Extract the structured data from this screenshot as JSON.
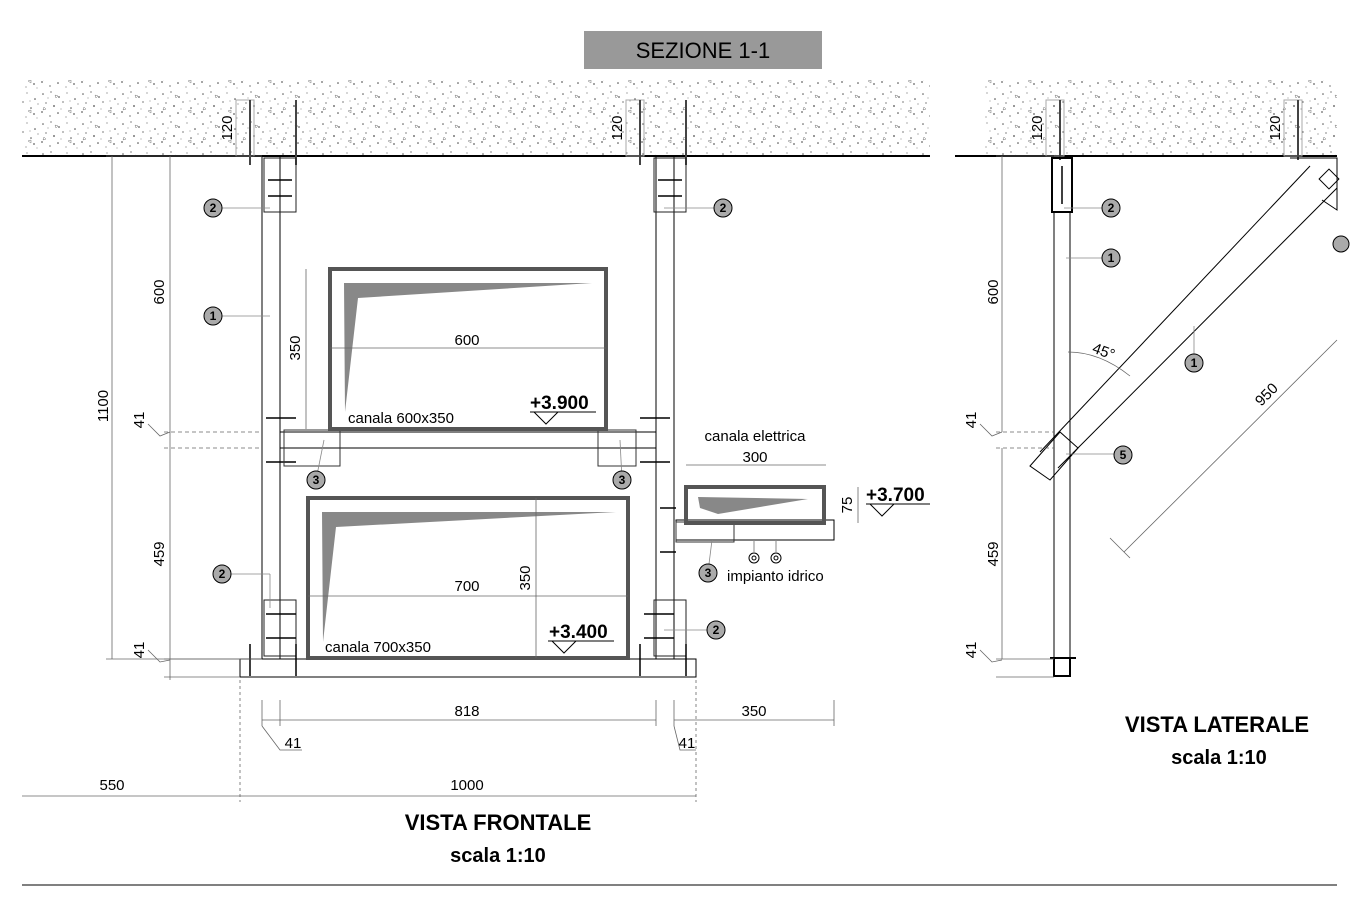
{
  "section_title": "SEZIONE 1-1",
  "front_view": {
    "title": "VISTA FRONTALE",
    "scale": "scala 1:10",
    "dims": {
      "anchor_left": "120",
      "anchor_right": "120",
      "upper": "600",
      "total": "1100",
      "gap_upper": "41",
      "lower": "459",
      "gap_lower": "41",
      "duct_upper_height": "350",
      "duct_upper_width": "600",
      "duct_lower_height": "350",
      "duct_lower_width": "700",
      "elec_width": "300",
      "elec_height": "75",
      "inner_span": "818",
      "offset_right": "350",
      "post_left": "41",
      "post_right": "41",
      "wall_offset": "550",
      "overall": "1000"
    },
    "labels": {
      "duct_upper": "canala 600x350",
      "duct_lower": "canala 700x350",
      "elec_duct": "canala elettrica",
      "water": "impianto idrico",
      "level_upper": "+3.900",
      "level_lower": "+3.400",
      "level_elec": "+3.700"
    },
    "markers": [
      "2",
      "2",
      "1",
      "3",
      "3",
      "3",
      "2",
      "2"
    ]
  },
  "side_view": {
    "title": "VISTA LATERALE",
    "scale": "scala 1:10",
    "dims": {
      "anchor_left": "120",
      "anchor_right": "120",
      "upper": "600",
      "gap_upper": "41",
      "lower": "459",
      "gap_lower": "41",
      "angle": "45°",
      "brace": "950"
    },
    "markers": [
      "2",
      "1",
      "1",
      "5"
    ]
  }
}
